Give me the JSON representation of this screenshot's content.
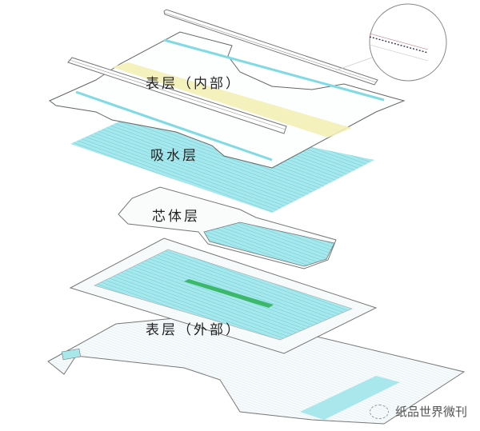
{
  "labels": {
    "top_inner": "表层（内部）",
    "absorbent": "吸水层",
    "core": "芯体层",
    "top_outer": "表层（外部）"
  },
  "watermark": {
    "text": "纸品世界微刊",
    "icon": "wechat-icon"
  },
  "colors": {
    "cyan": "#8fe0e6",
    "yellow": "#f3efb5",
    "green": "#3cb86a",
    "outline": "#666666"
  }
}
